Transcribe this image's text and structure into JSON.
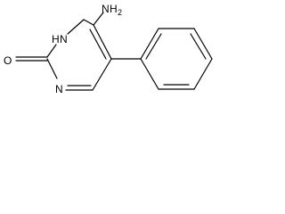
{
  "molecule": {
    "atoms": {
      "o_carbonyl": "O",
      "n_ring_amide": "N",
      "h_on_n": "H",
      "n_ring_bottom": "N",
      "n_amino": "N",
      "h_amino": "H",
      "h_amino_subscript": "2"
    }
  },
  "colors": {
    "bond": "#000000",
    "background": "#ffffff"
  }
}
